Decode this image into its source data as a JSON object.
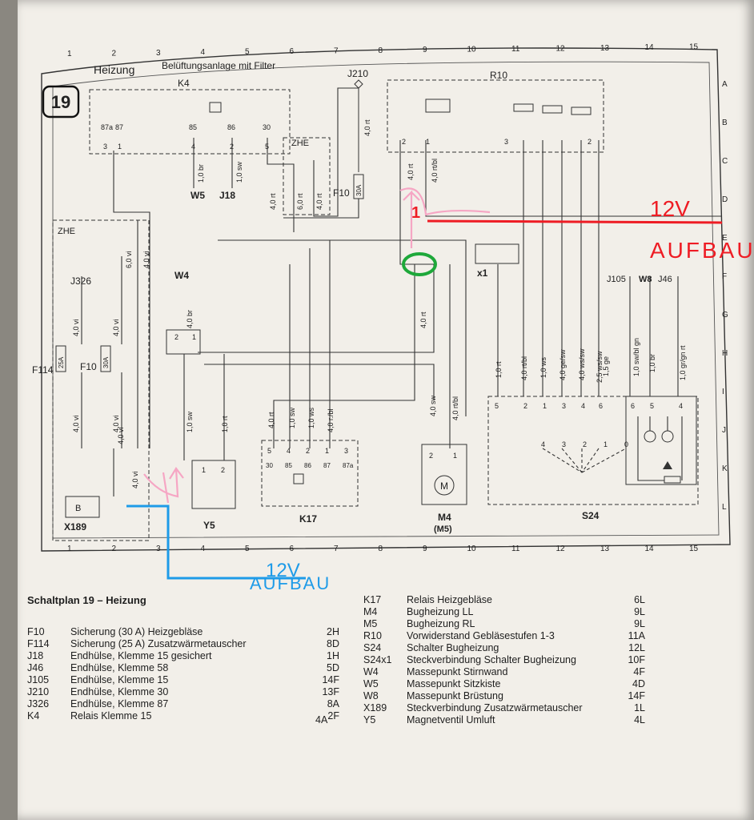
{
  "diagram": {
    "number": "19",
    "title": "Heizung",
    "subtitle": "Belüftungsanlage mit Filter",
    "grid_cols": [
      "1",
      "2",
      "3",
      "4",
      "5",
      "6",
      "7",
      "8",
      "9",
      "10",
      "11",
      "12",
      "13",
      "14",
      "15"
    ],
    "grid_rows": [
      "A",
      "B",
      "C",
      "D",
      "E",
      "F",
      "G",
      "H",
      "I",
      "J",
      "K",
      "L"
    ],
    "components": {
      "k4": "K4",
      "j210": "J210",
      "r10": "R10",
      "zhe_top": "ZHE",
      "zhe_left": "ZHE",
      "w5": "W5",
      "j18": "J18",
      "f10_top": "F10",
      "j326": "J326",
      "f114": "F114",
      "f10_left": "F10",
      "w4": "W4",
      "x1": "x1",
      "j105": "J105",
      "w8": "W8",
      "j46": "J46",
      "x189": "X189",
      "y5": "Y5",
      "k17": "K17",
      "m4": "M4",
      "m5": "(M5)",
      "s24": "S24",
      "motor": "M",
      "x189_pin": "B"
    },
    "fuse_values": {
      "f10_top": "30A",
      "f114": "25A",
      "f10_left": "30A"
    },
    "pins": {
      "k4": [
        "87a",
        "87",
        "85",
        "86",
        "30"
      ],
      "k4_nums": [
        "3",
        "1",
        "4",
        "2",
        "5"
      ],
      "k17_top": [
        "5",
        "4",
        "2",
        "1",
        "3"
      ],
      "k17_terms": [
        "30",
        "85",
        "86",
        "87",
        "87a"
      ],
      "y5": [
        "1",
        "2"
      ],
      "m4": [
        "2",
        "1"
      ],
      "w4": [
        "2",
        "1"
      ],
      "s24": [
        "5",
        "2",
        "1",
        "3",
        "4",
        "6",
        "6",
        "5",
        "4"
      ],
      "s24_internal": [
        "4",
        "3",
        "2",
        "1",
        "0"
      ],
      "r10": [
        "2",
        "1",
        "3",
        "2"
      ],
      "misc": [
        "2",
        "1",
        "2",
        "1",
        "2"
      ]
    },
    "wire_labels": {
      "k4_w5": "1,0 br",
      "k4_j18": "1,0 sw",
      "zhe_a": "4,0 rt",
      "zhe_b": "6,0 rt",
      "zhe_c": "4,0 rt",
      "j210_f10": "4,0 rt",
      "r10_a": "4,0 rt",
      "r10_b": "4,0 rt/bl",
      "left_a": "6,0 vi",
      "left_b": "4,0 vi",
      "j326_a": "4,0 vi",
      "j326_b": "4,0 vi",
      "f114_out": "4,0 vi",
      "f10_out": "4,0 vi",
      "x189_a": "4,0 vi",
      "x189_b": "4,0 vi",
      "w4_y5": "4,0 br",
      "y5_a": "1,0 sw",
      "y5_b": "1,0 rt",
      "center_a": "4,0 rt",
      "k17_a": "4,0 rt",
      "k17_b": "1,0 sw",
      "k17_c": "1,0 ws",
      "k17_d": "4,0 r./bl",
      "m4_a": "4,0 sw",
      "m4_b": "4,0 rt/bl",
      "s24_a": "1,0 rt",
      "s24_b": "4,0 rt/bl",
      "s24_c": "1,0 ws",
      "s24_d": "4,0 ge/sw",
      "s24_e": "4,0 ws/sw",
      "s24_f": "2,5 ws/sw",
      "s24_g": "1,5 ge",
      "j105_w": "1,0 sw/bl gn",
      "w8_w": "1,0 br",
      "j46_w": "1,0 gr/gn rt"
    },
    "annotation_red": {
      "marker": "1",
      "line1": "12V",
      "line2": "AUFBAU",
      "color": "#ee1c24"
    },
    "annotation_blue": {
      "line1": "12V",
      "line2": "AUFBAU",
      "color": "#1e9be8"
    },
    "annotation_pink_color": "#f6a6c4",
    "annotation_green_color": "#1ea83a"
  },
  "legend": {
    "title": "Schaltplan 19 – Heizung",
    "left": [
      {
        "code": "F10",
        "desc": "Sicherung (30 A) Heizgebläse",
        "loc": "2H"
      },
      {
        "code": "F114",
        "desc": "Sicherung (25 A) Zusatzwärmetauscher",
        "loc": "8D"
      },
      {
        "code": "J18",
        "desc": "Endhülse, Klemme 15 gesichert",
        "loc": "1H"
      },
      {
        "code": "J46",
        "desc": "Endhülse, Klemme 58",
        "loc": "5D"
      },
      {
        "code": "J105",
        "desc": "Endhülse, Klemme 15",
        "loc": "14F"
      },
      {
        "code": "J210",
        "desc": "Endhülse, Klemme 30",
        "loc": "13F"
      },
      {
        "code": "J326",
        "desc": "Endhülse, Klemme 87",
        "loc": "8A"
      },
      {
        "code": "K4",
        "desc": "Relais Klemme 15",
        "loc": "2F"
      }
    ],
    "extra_loc": "4A",
    "right": [
      {
        "code": "K17",
        "desc": "Relais Heizgebläse",
        "loc": "6L"
      },
      {
        "code": "M4",
        "desc": "Bugheizung LL",
        "loc": "9L"
      },
      {
        "code": "M5",
        "desc": "Bugheizung RL",
        "loc": "9L"
      },
      {
        "code": "R10",
        "desc": "Vorwiderstand Gebläsestufen 1-3",
        "loc": "11A"
      },
      {
        "code": "S24",
        "desc": "Schalter Bugheizung",
        "loc": "12L"
      },
      {
        "code": "S24x1",
        "desc": "Steckverbindung Schalter Bugheizung",
        "loc": "10F"
      },
      {
        "code": "W4",
        "desc": "Massepunkt Stirnwand",
        "loc": "4F"
      },
      {
        "code": "W5",
        "desc": "Massepunkt Sitzkiste",
        "loc": "4D"
      },
      {
        "code": "W8",
        "desc": "Massepunkt Brüstung",
        "loc": "14F"
      },
      {
        "code": "X189",
        "desc": "Steckverbindung Zusatzwärmetauscher",
        "loc": "1L"
      },
      {
        "code": "Y5",
        "desc": "Magnetventil Umluft",
        "loc": "4L"
      }
    ]
  }
}
